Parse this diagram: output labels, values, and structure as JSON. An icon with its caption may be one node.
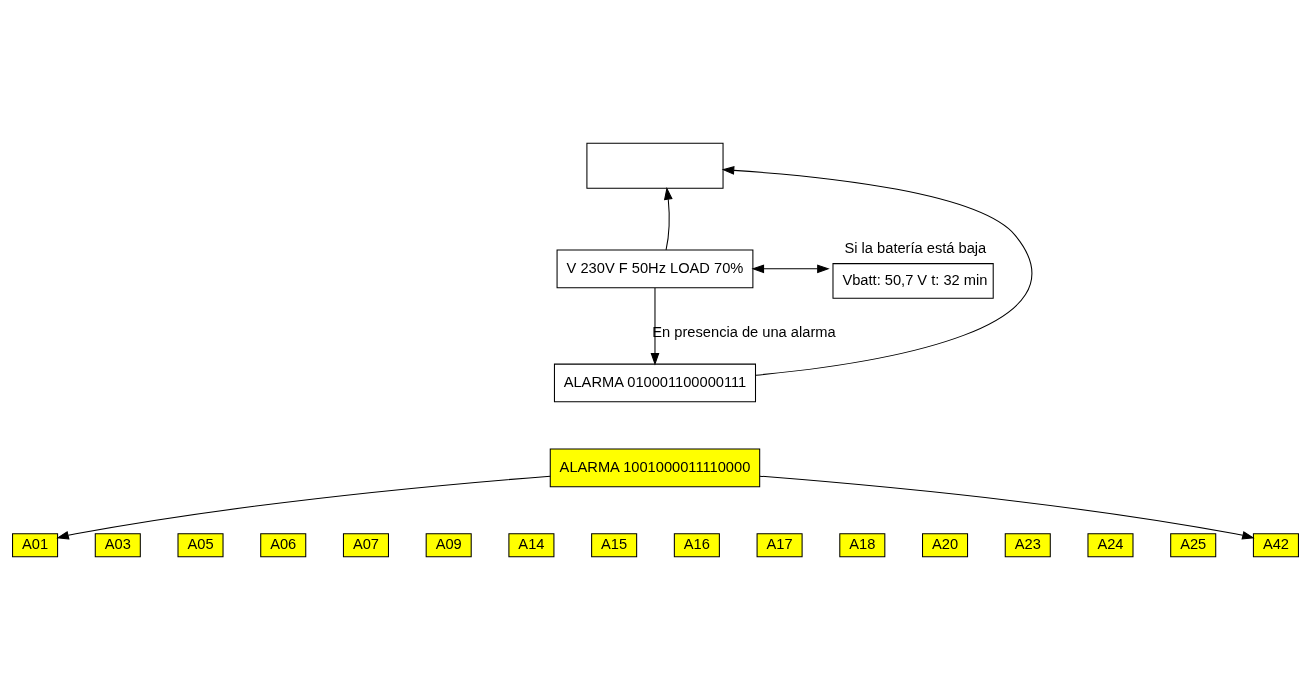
{
  "diagram": {
    "nodes": [
      {
        "text": [],
        "shape": "box"
      },
      {
        "text": [
          "V 230V F 50Hz LOAD 70%"
        ]
      },
      {
        "text": [
          "Vbatt: 50,7 V t: 32 min"
        ],
        "beside": [
          "Si la batería está baja"
        ]
      },
      {
        "text": [
          "ALARMA 010001100000111"
        ]
      },
      {
        "text": [
          "ALARMA 1001000011110000"
        ]
      },
      {
        "text": [
          "A01"
        ]
      },
      {
        "text": [
          "A03"
        ]
      },
      {
        "text": [
          "A05"
        ]
      },
      {
        "text": [
          "A06"
        ]
      },
      {
        "text": [
          "A07"
        ]
      },
      {
        "text": [
          "A09"
        ]
      },
      {
        "text": [
          "A14"
        ]
      },
      {
        "text": [
          "A15"
        ]
      },
      {
        "text": [
          "A16"
        ]
      },
      {
        "text": [
          "A17"
        ]
      },
      {
        "text": [
          "A18"
        ]
      },
      {
        "text": [
          "A20"
        ]
      },
      {
        "text": [
          "A23"
        ]
      },
      {
        "text": [
          "A24"
        ]
      },
      {
        "text": [
          "A25"
        ]
      },
      {
        "text": [
          "A42"
        ]
      }
    ],
    "edges": [
      {
        "from": 1,
        "to": 0,
        "arrow": "to"
      },
      {
        "from": 3,
        "to": 0,
        "arrow": "to"
      },
      {
        "from": 1,
        "to": 2,
        "arrow": "both"
      },
      {
        "from": 1,
        "to": 3,
        "arrow": "to",
        "label": "En presencia de una alarma"
      },
      {
        "from": 4,
        "to": 5,
        "arrow": "to"
      },
      {
        "from": 4,
        "to": 20,
        "arrow": "to"
      }
    ]
  }
}
